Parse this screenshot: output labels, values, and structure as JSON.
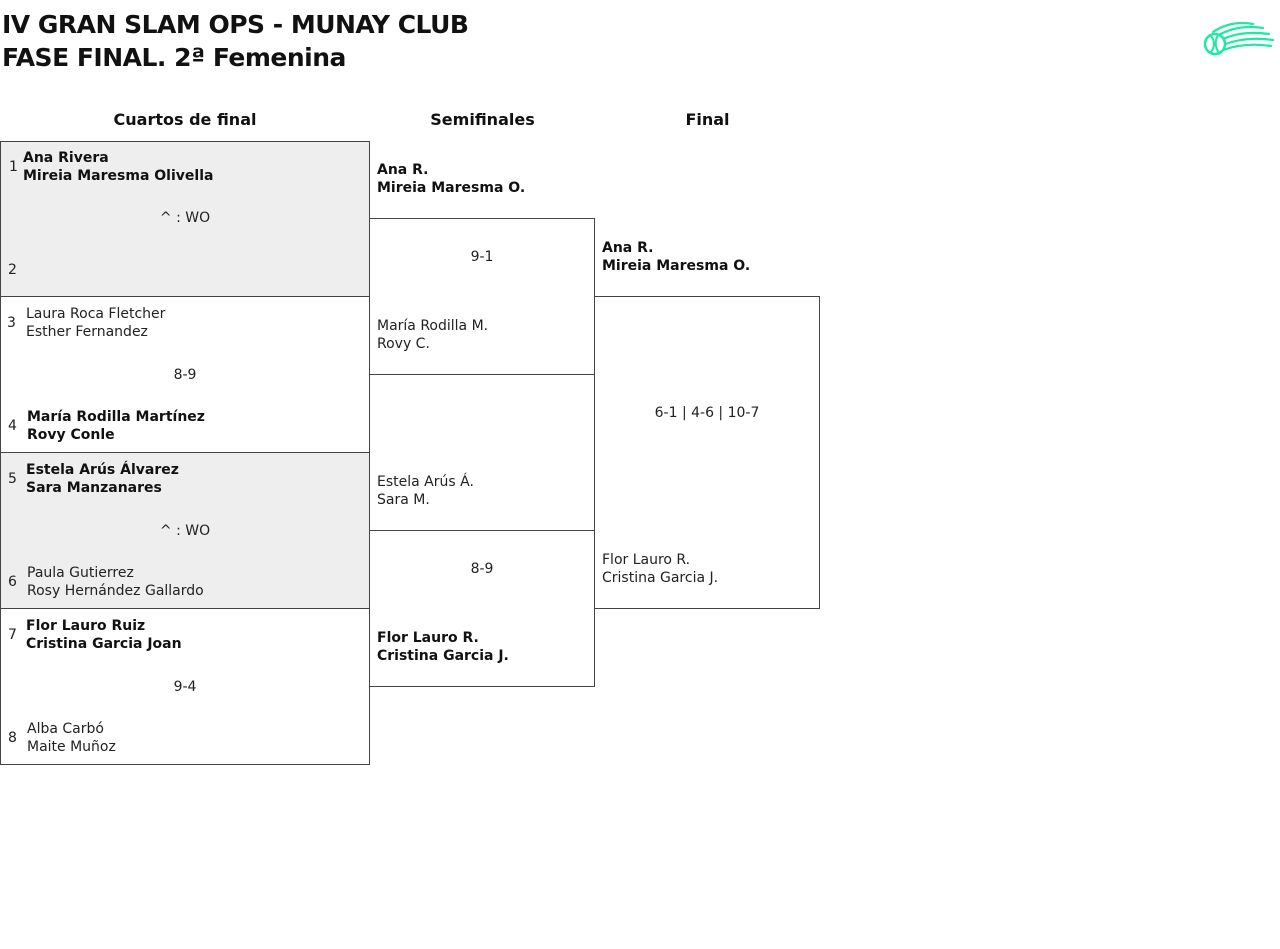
{
  "header": {
    "title_line1": "IV GRAN SLAM OPS - MUNAY CLUB",
    "title_line2": "FASE FINAL. 2ª Femenina",
    "logo_icon": "tennis-ball-comet-logo",
    "logo_color": "#1de9a0"
  },
  "rounds": {
    "quarterfinals": "Cuartos de final",
    "semifinals": "Semifinales",
    "final": "Final"
  },
  "quarterfinals": [
    {
      "top": {
        "seed": "1",
        "p1": "Ana Rivera",
        "p2": "Mireia Maresma Olivella",
        "winner": true
      },
      "bottom": {
        "seed": "2",
        "p1": "",
        "p2": "",
        "winner": false
      },
      "score": "^ : WO"
    },
    {
      "top": {
        "seed": "3",
        "p1": "Laura Roca Fletcher",
        "p2": "Esther Fernandez",
        "winner": false
      },
      "bottom": {
        "seed": "4",
        "p1": "María Rodilla Martínez",
        "p2": "Rovy Conle",
        "winner": true
      },
      "score": "8-9"
    },
    {
      "top": {
        "seed": "5",
        "p1": "Estela Arús Álvarez",
        "p2": "Sara Manzanares",
        "winner": true
      },
      "bottom": {
        "seed": "6",
        "p1": "Paula Gutierrez",
        "p2": "Rosy Hernández Gallardo",
        "winner": false
      },
      "score": "^ : WO"
    },
    {
      "top": {
        "seed": "7",
        "p1": "Flor Lauro Ruiz",
        "p2": "Cristina Garcia Joan",
        "winner": true
      },
      "bottom": {
        "seed": "8",
        "p1": "Alba Carbó",
        "p2": "Maite Muñoz",
        "winner": false
      },
      "score": "9-4"
    }
  ],
  "semifinals": [
    {
      "top": {
        "p1": "Ana R.",
        "p2": "Mireia Maresma O.",
        "winner": true
      },
      "bottom": {
        "p1": "María Rodilla M.",
        "p2": "Rovy C.",
        "winner": false
      },
      "score": "9-1"
    },
    {
      "top": {
        "p1": "Estela Arús Á.",
        "p2": "Sara M.",
        "winner": false
      },
      "bottom": {
        "p1": "Flor Lauro R.",
        "p2": "Cristina Garcia J.",
        "winner": true
      },
      "score": "8-9"
    }
  ],
  "final": {
    "top": {
      "p1": "Ana R.",
      "p2": "Mireia Maresma O.",
      "winner": true
    },
    "bottom": {
      "p1": "Flor Lauro R.",
      "p2": "Cristina Garcia J.",
      "winner": false
    },
    "score": "6-1 | 4-6 | 10-7"
  }
}
